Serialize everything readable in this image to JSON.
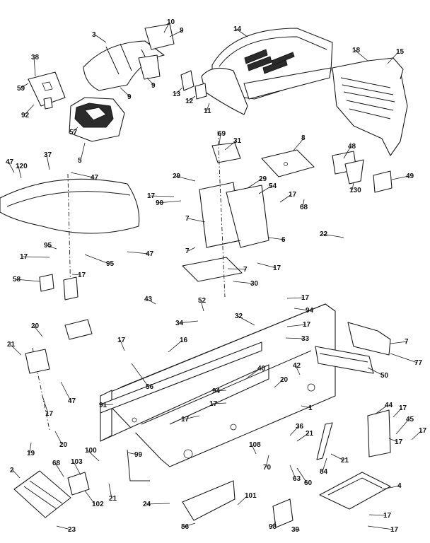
{
  "callouts": [
    {
      "label": "3"
    },
    {
      "label": "10"
    },
    {
      "label": "9"
    },
    {
      "label": "14"
    },
    {
      "label": "18"
    },
    {
      "label": "15"
    },
    {
      "label": "38"
    },
    {
      "label": "59"
    },
    {
      "label": "92"
    },
    {
      "label": "57"
    },
    {
      "label": "5"
    },
    {
      "label": "9"
    },
    {
      "label": "9"
    },
    {
      "label": "13"
    },
    {
      "label": "12"
    },
    {
      "label": "11"
    },
    {
      "label": "69"
    },
    {
      "label": "31"
    },
    {
      "label": "8"
    },
    {
      "label": "48"
    },
    {
      "label": "130"
    },
    {
      "label": "49"
    },
    {
      "label": "47"
    },
    {
      "label": "120"
    },
    {
      "label": "37"
    },
    {
      "label": "47"
    },
    {
      "label": "29"
    },
    {
      "label": "17"
    },
    {
      "label": "90"
    },
    {
      "label": "29"
    },
    {
      "label": "54"
    },
    {
      "label": "17"
    },
    {
      "label": "68"
    },
    {
      "label": "7"
    },
    {
      "label": "6"
    },
    {
      "label": "22"
    },
    {
      "label": "95"
    },
    {
      "label": "17"
    },
    {
      "label": "95"
    },
    {
      "label": "47"
    },
    {
      "label": "7"
    },
    {
      "label": "7"
    },
    {
      "label": "17"
    },
    {
      "label": "58"
    },
    {
      "label": "17"
    },
    {
      "label": "30"
    },
    {
      "label": "43"
    },
    {
      "label": "52"
    },
    {
      "label": "17"
    },
    {
      "label": "94"
    },
    {
      "label": "32"
    },
    {
      "label": "17"
    },
    {
      "label": "20"
    },
    {
      "label": "34"
    },
    {
      "label": "33"
    },
    {
      "label": "7"
    },
    {
      "label": "21"
    },
    {
      "label": "17"
    },
    {
      "label": "16"
    },
    {
      "label": "77"
    },
    {
      "label": "56"
    },
    {
      "label": "47"
    },
    {
      "label": "42"
    },
    {
      "label": "40"
    },
    {
      "label": "50"
    },
    {
      "label": "94"
    },
    {
      "label": "20"
    },
    {
      "label": "17"
    },
    {
      "label": "91"
    },
    {
      "label": "17"
    },
    {
      "label": "1"
    },
    {
      "label": "44"
    },
    {
      "label": "17"
    },
    {
      "label": "17"
    },
    {
      "label": "36"
    },
    {
      "label": "45"
    },
    {
      "label": "21"
    },
    {
      "label": "17"
    },
    {
      "label": "20"
    },
    {
      "label": "17"
    },
    {
      "label": "19"
    },
    {
      "label": "100"
    },
    {
      "label": "99"
    },
    {
      "label": "108"
    },
    {
      "label": "21"
    },
    {
      "label": "2"
    },
    {
      "label": "68"
    },
    {
      "label": "103"
    },
    {
      "label": "70"
    },
    {
      "label": "63"
    },
    {
      "label": "60"
    },
    {
      "label": "84"
    },
    {
      "label": "21"
    },
    {
      "label": "102"
    },
    {
      "label": "4"
    },
    {
      "label": "24"
    },
    {
      "label": "101"
    },
    {
      "label": "17"
    },
    {
      "label": "23"
    },
    {
      "label": "86"
    },
    {
      "label": "98"
    },
    {
      "label": "39"
    },
    {
      "label": "17"
    },
    {
      "label": "47"
    }
  ]
}
